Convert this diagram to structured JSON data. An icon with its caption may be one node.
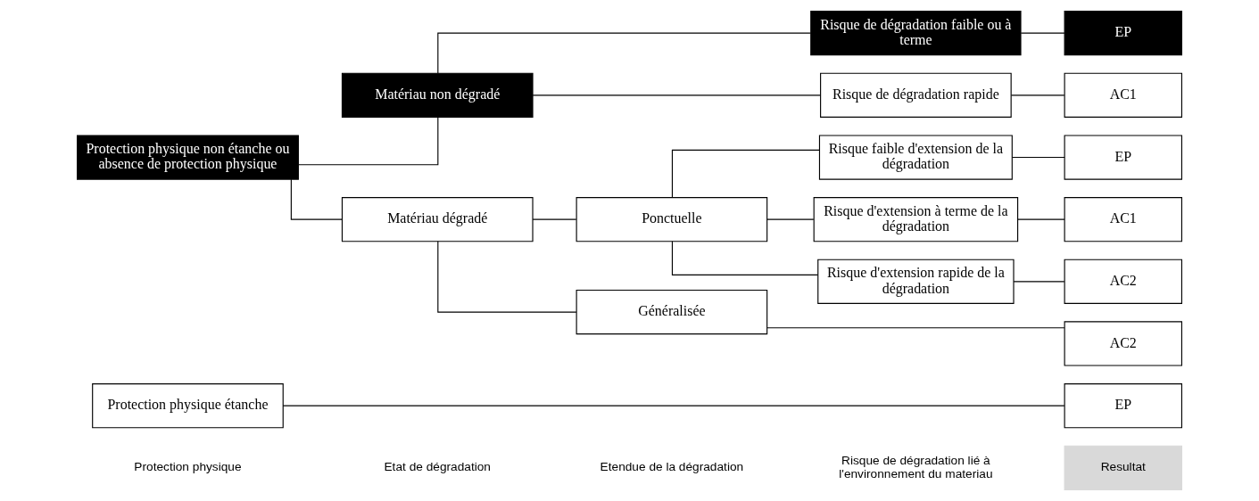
{
  "diagram": {
    "nodes": [
      {
        "text": [
          "Resultat"
        ]
      },
      {
        "text": [
          "Protection physique étanche"
        ]
      },
      {
        "text": [
          "EP"
        ]
      },
      {
        "text": [
          "Risque de dégradation faible ou à terme"
        ]
      },
      {
        "text": [
          "EP"
        ]
      },
      {
        "text": [
          "Matériau non dégradé"
        ]
      },
      {
        "text": [
          "Risque de dégradation rapide"
        ]
      },
      {
        "text": [
          "AC1"
        ]
      },
      {
        "text": [
          "Protection physique non étanche ou absence de protection physique"
        ]
      },
      {
        "text": [
          "Risque faible d'extension de la dégradation"
        ]
      },
      {
        "text": [
          "EP"
        ]
      },
      {
        "text": [
          "Ponctuelle"
        ]
      },
      {
        "text": [
          "Risque d'extension à terme de la dégradation"
        ]
      },
      {
        "text": [
          "AC1"
        ]
      },
      {
        "text": [
          "Matériau dégradé"
        ]
      },
      {
        "text": [
          "Risque d'extension rapide de la dégradation"
        ]
      },
      {
        "text": [
          "AC2"
        ]
      },
      {
        "text": [
          "Généralisée"
        ]
      },
      {
        "text": [
          "AC2"
        ]
      }
    ],
    "edges": [
      {
        "from": 1,
        "to": 2,
        "arrow": "none"
      },
      {
        "from": 8,
        "to": 5,
        "arrow": "none"
      },
      {
        "from": 8,
        "to": 14,
        "arrow": "none"
      },
      {
        "from": 5,
        "to": 3,
        "arrow": "none"
      },
      {
        "from": 5,
        "to": 6,
        "arrow": "none"
      },
      {
        "from": 3,
        "to": 4,
        "arrow": "none"
      },
      {
        "from": 6,
        "to": 7,
        "arrow": "none"
      },
      {
        "from": 14,
        "to": 11,
        "arrow": "none"
      },
      {
        "from": 14,
        "to": 17,
        "arrow": "none"
      },
      {
        "from": 11,
        "to": 9,
        "arrow": "none"
      },
      {
        "from": 11,
        "to": 12,
        "arrow": "none"
      },
      {
        "from": 11,
        "to": 15,
        "arrow": "none"
      },
      {
        "from": 9,
        "to": 10,
        "arrow": "none"
      },
      {
        "from": 12,
        "to": 13,
        "arrow": "none"
      },
      {
        "from": 15,
        "to": 16,
        "arrow": "none"
      },
      {
        "from": 17,
        "to": 18,
        "arrow": "none"
      }
    ],
    "labels": [
      "Protection physique",
      "Etat de dégradation",
      "Etendue de la dégradation",
      "Risque de dégradation lié à l'environnement du materiau"
    ]
  }
}
